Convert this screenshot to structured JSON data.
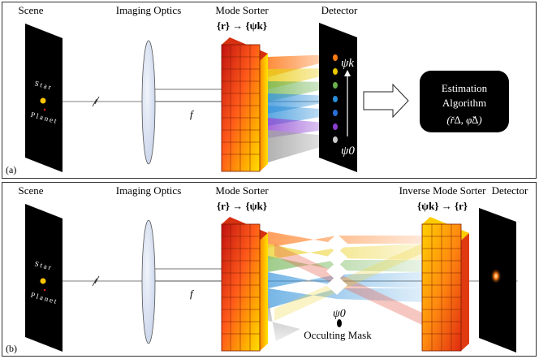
{
  "panel_a": {
    "tag": "(a)",
    "scene_label": "Scene",
    "star_text": "Star",
    "planet_text": "Planet",
    "optics_label": "Imaging Optics",
    "focal_label": "f",
    "sorter_label": "Mode Sorter",
    "sorter_math": "{r} → {ψk}",
    "detector_label": "Detector",
    "psi_top": "ψk",
    "psi_bottom": "ψ0",
    "estimation_line1": "Estimation",
    "estimation_line2": "Algorithm",
    "estimation_line3": "(ř∆, φ̌∆)"
  },
  "panel_b": {
    "tag": "(b)",
    "scene_label": "Scene",
    "star_text": "Star",
    "planet_text": "Planet",
    "optics_label": "Imaging Optics",
    "focal_label": "f",
    "sorter_label": "Mode Sorter",
    "sorter_math": "{r} → {ψk}",
    "inverse_label": "Inverse Mode Sorter",
    "inverse_math": "{ψk} → {r}",
    "detector_label": "Detector",
    "psi_label": "ψ0",
    "mask_label": "Occulting Mask"
  },
  "colors": {
    "beam": [
      "#ff6a00",
      "#e8c800",
      "#6ab04c",
      "#2a8dd8",
      "#2a6fd8",
      "#8a3fd0",
      "#9a9a9a"
    ],
    "star": "#ffc400",
    "planet": "#d02010"
  }
}
